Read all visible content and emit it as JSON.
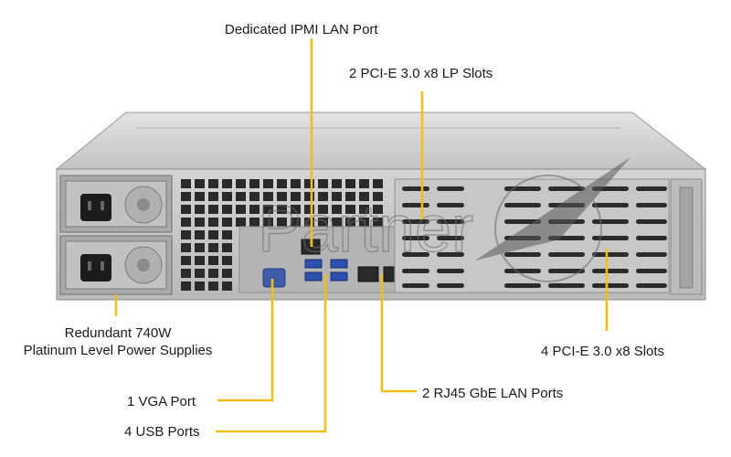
{
  "labels": {
    "ipmi": "Dedicated IPMI LAN Port",
    "lp_slots": "2 PCI-E 3.0 x8 LP Slots",
    "psu_line1": "Redundant 740W",
    "psu_line2": "Platinum Level Power Supplies",
    "pcie_slots": "4 PCI-E 3.0 x8 Slots",
    "vga": "1 VGA Port",
    "gbe": "2 RJ45 GbE LAN Ports",
    "usb": "4 USB Ports"
  },
  "watermark": {
    "text": "Partner"
  },
  "colors": {
    "callout": "#f0bf1a",
    "chassis": "#c8c8c8",
    "panel": "#bdbdbd",
    "dark": "#2a2a2a"
  }
}
